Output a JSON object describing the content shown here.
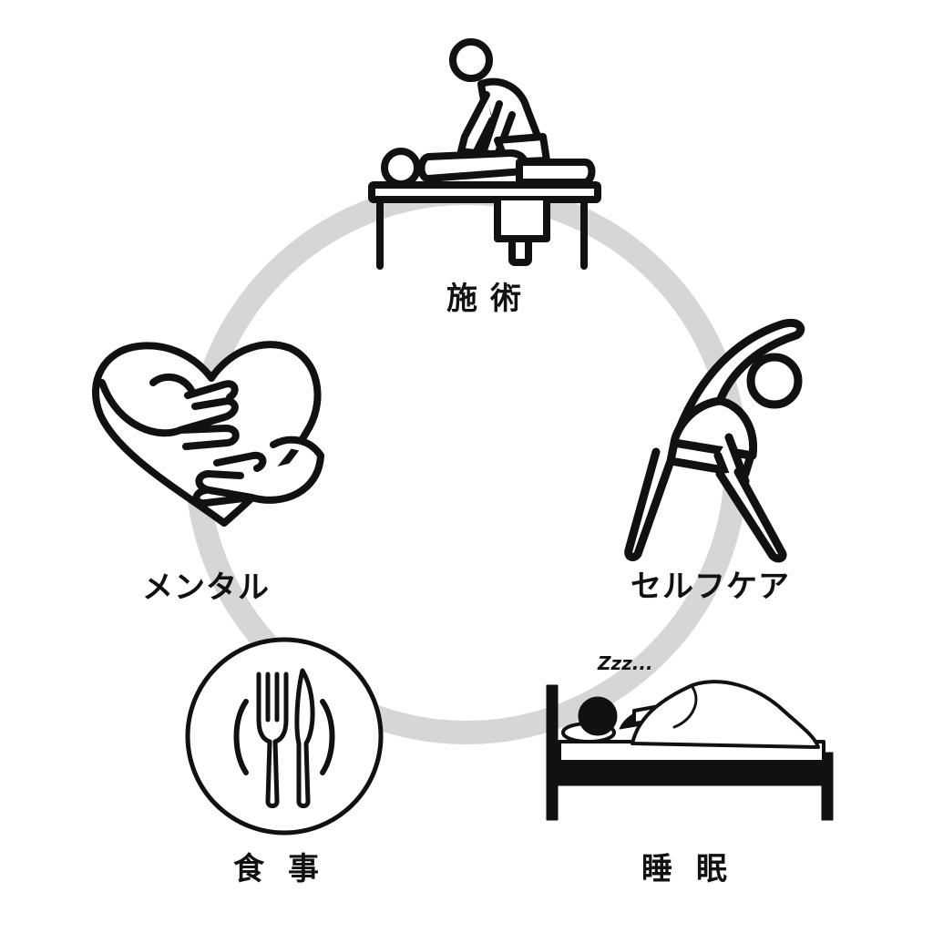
{
  "colors": {
    "ring": "#d6d6d6",
    "stroke": "#111111",
    "background": "#ffffff"
  },
  "labels": {
    "treatment": "施術",
    "self_care": "セルフケア",
    "mental": "メンタル",
    "meal": "食事",
    "sleep": "睡眠",
    "zzz": "Zzz..."
  },
  "icons": [
    "massage-icon",
    "stretch-icon",
    "heart-hands-icon",
    "plate-cutlery-icon",
    "sleep-bed-icon"
  ]
}
